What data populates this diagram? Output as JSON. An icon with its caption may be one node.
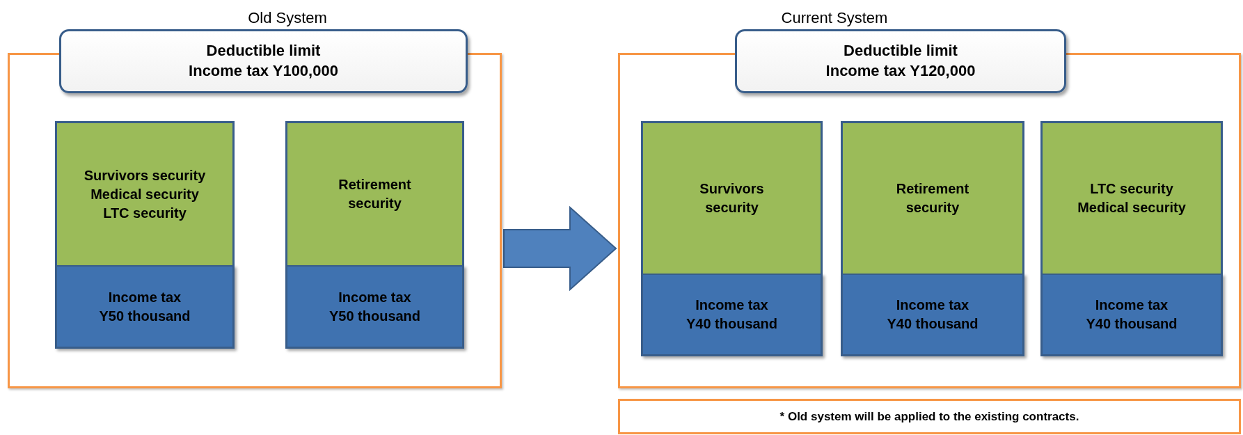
{
  "diagram": {
    "nodes": [
      {
        "text": [
          "Old System"
        ]
      },
      {
        "text": [
          "Deductible limit Income tax Y100,000"
        ]
      },
      {
        "text": [
          "Survivors security",
          "Medical security",
          "LTC security"
        ],
        "in": 0
      },
      {
        "text": [
          "Income tax Y50 thousand"
        ],
        "in": 0
      },
      {
        "text": [
          "Retirement security"
        ],
        "in": 0
      },
      {
        "text": [
          "Income tax Y50 thousand"
        ],
        "in": 0
      },
      {
        "text": [
          "Current System"
        ]
      },
      {
        "text": [
          "Deductible limit Income tax Y120,000"
        ]
      },
      {
        "text": [
          "Survivors security"
        ],
        "in": 6
      },
      {
        "text": [
          "Income tax Y40 thousand"
        ],
        "in": 6
      },
      {
        "text": [
          "Retirement security"
        ],
        "in": 6
      },
      {
        "text": [
          "Income tax Y40 thousand"
        ],
        "in": 6
      },
      {
        "text": [
          "LTC security",
          "Medical security"
        ],
        "in": 6
      },
      {
        "text": [
          "Income tax Y40 thousand"
        ],
        "in": 6
      },
      {
        "text": [
          "* Old system will be applied to the existing contracts."
        ]
      }
    ],
    "edges": [
      {
        "from": 0,
        "to": 6,
        "arrow": "to",
        "style": "thick"
      }
    ]
  }
}
